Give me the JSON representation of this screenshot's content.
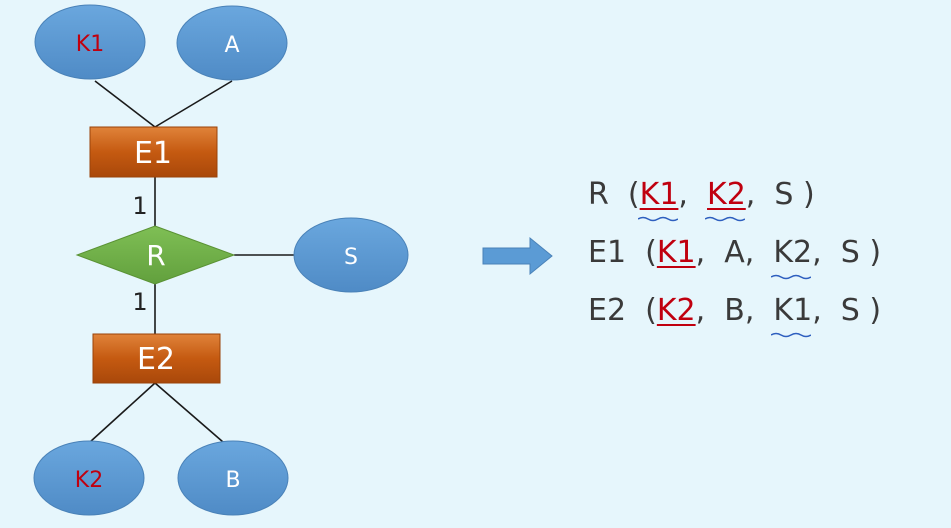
{
  "diagram": {
    "entities": [
      {
        "id": "E1",
        "label": "E1"
      },
      {
        "id": "E2",
        "label": "E2"
      }
    ],
    "relationship": {
      "id": "R",
      "label": "R"
    },
    "attributes": [
      {
        "id": "K1",
        "label": "K1",
        "key": true
      },
      {
        "id": "A",
        "label": "A",
        "key": false
      },
      {
        "id": "S",
        "label": "S",
        "key": false
      },
      {
        "id": "K2",
        "label": "K2",
        "key": true
      },
      {
        "id": "B",
        "label": "B",
        "key": false
      }
    ],
    "cardinalities": {
      "e1_r": "1",
      "e2_r": "1"
    }
  },
  "colors": {
    "background": "#e6f6fc",
    "attribute_fill": "#5b9bd5",
    "entity_fill": "#c55a11",
    "relationship_fill": "#70ad47",
    "key_text": "#c0000f",
    "arrow_fill": "#5b9bd5",
    "wavy_underline": "#2e5fbf"
  },
  "relations": [
    {
      "name": "R",
      "open": "(",
      "attrs": [
        "K1",
        "K2",
        "S"
      ],
      "close": ")",
      "sep": ","
    },
    {
      "name": "E1",
      "open": "(",
      "attrs": [
        "K1",
        "A",
        "K2",
        "S"
      ],
      "close": ")",
      "sep": ","
    },
    {
      "name": "E2",
      "open": "(",
      "attrs": [
        "K2",
        "B",
        "K1",
        "S"
      ],
      "close": ")",
      "sep": ","
    }
  ]
}
